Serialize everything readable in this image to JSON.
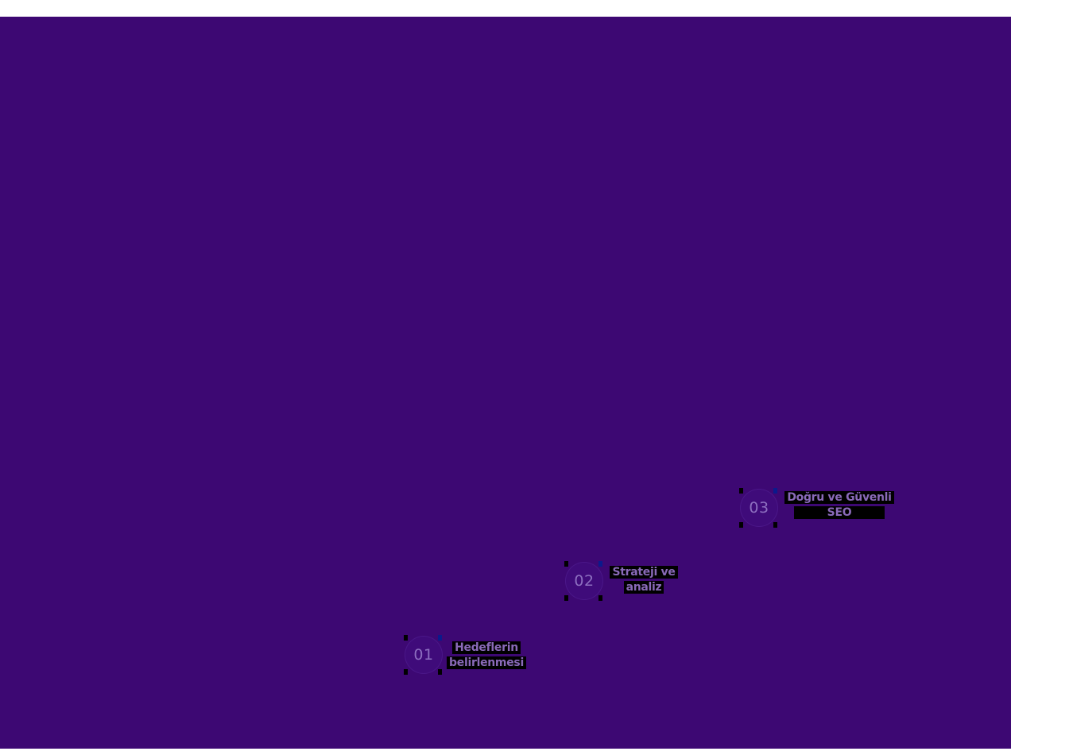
{
  "section": {
    "background_color": "#3d0873",
    "text_color": "#8a6ab9"
  },
  "steps": [
    {
      "number": "01",
      "label_line1": "Hedeflerin",
      "label_line2": "belirlenmesi"
    },
    {
      "number": "02",
      "label_line1": "Strateji ve",
      "label_line2": "analiz"
    },
    {
      "number": "03",
      "label_line1": "Doğru ve Güvenli",
      "label_line2": "SEO"
    }
  ]
}
